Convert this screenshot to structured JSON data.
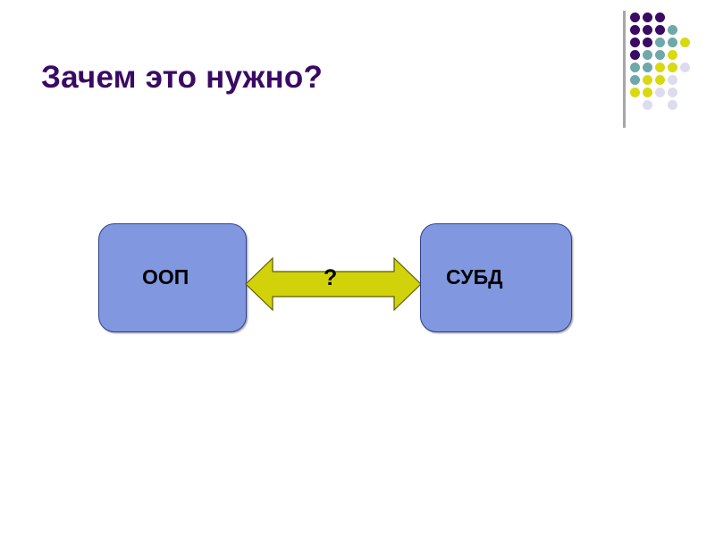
{
  "slide": {
    "title": "Зачем это нужно?",
    "title_color": "#3A0B63",
    "background_color": "#ffffff"
  },
  "diagram": {
    "type": "two-node-bidirectional",
    "node_fill_color": "#8198E0",
    "node_border_color": "#2F3E8C",
    "arrow_fill_color": "#D2D20A",
    "arrow_border_color": "#5C5C00",
    "nodes": [
      {
        "id": "oop",
        "label": "ООП"
      },
      {
        "id": "dbms",
        "label": "СУБД"
      }
    ],
    "connector": {
      "name": "bidirectional-arrow",
      "label": "?",
      "direction": "both"
    }
  },
  "decoration": {
    "name": "dot-grid-motif",
    "rule_color": "#A6A6A6",
    "palette": {
      "purple": "#3B0A62",
      "teal": "#6FA8A8",
      "yellow": "#D9D911",
      "lavender": "#DCDCEE"
    },
    "columns": 5,
    "rows": 8,
    "cell_size": 14,
    "dot_size": 11,
    "grid": [
      [
        "purple",
        "purple",
        "purple",
        "none",
        "none"
      ],
      [
        "purple",
        "purple",
        "purple",
        "teal",
        "none"
      ],
      [
        "purple",
        "purple",
        "teal",
        "teal",
        "yellow"
      ],
      [
        "purple",
        "teal",
        "teal",
        "yellow",
        "none"
      ],
      [
        "teal",
        "teal",
        "yellow",
        "yellow",
        "lavender"
      ],
      [
        "teal",
        "yellow",
        "yellow",
        "lavender",
        "none"
      ],
      [
        "yellow",
        "yellow",
        "lavender",
        "lavender",
        "none"
      ],
      [
        "none",
        "lavender",
        "none",
        "lavender",
        "none"
      ]
    ]
  }
}
